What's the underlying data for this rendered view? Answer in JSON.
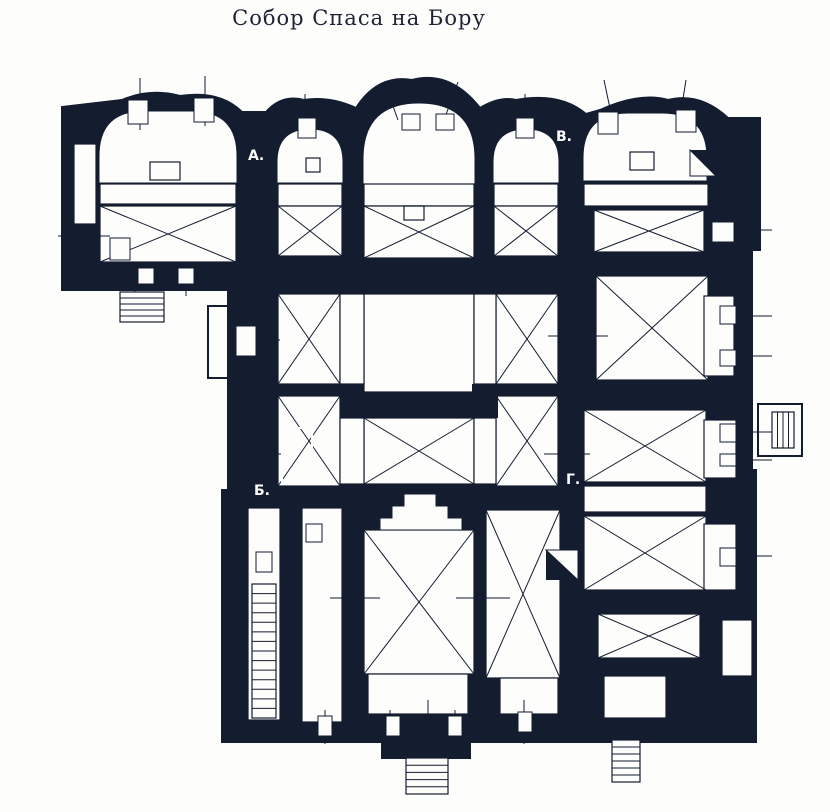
{
  "title": "Собор Спаса на Бору",
  "labels": {
    "a": "А.",
    "b": "Б.",
    "v": "В.",
    "g": "Г."
  },
  "colors": {
    "ink": "#141c2f",
    "paper": "#fdfdfc",
    "title": "#1e2235"
  }
}
